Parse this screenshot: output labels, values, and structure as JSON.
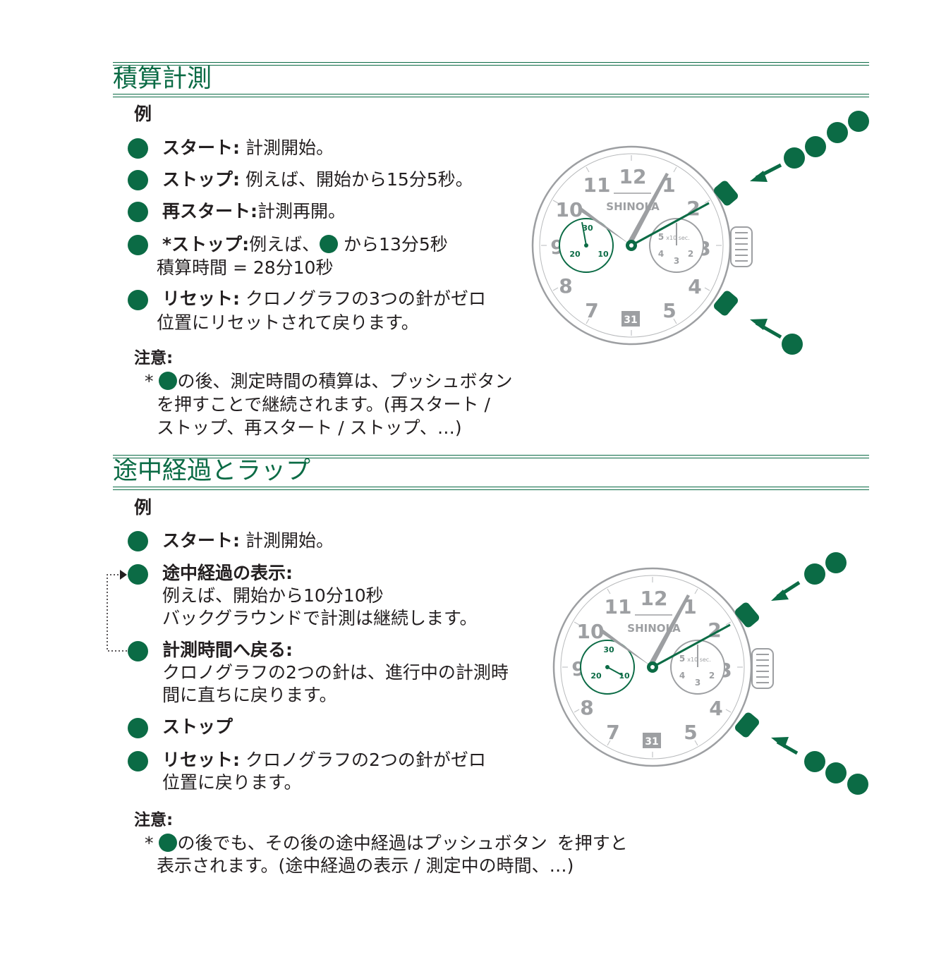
{
  "section1": {
    "title": "積算計測",
    "example": "例",
    "steps": [
      {
        "label": "スタート:",
        "text": " 計測開始。"
      },
      {
        "label": "ストップ:",
        "text": " 例えば、開始から15分5秒。"
      },
      {
        "label": "再スタート:",
        "text": "計測再開。"
      },
      {
        "label": "*ストップ:",
        "text": "例えば、",
        "text_after": " から13分5秒"
      }
    ],
    "accumulated": "積算時間 = 28分10秒",
    "reset": {
      "label": "リセット:",
      "text": " クロノグラフの3つの針がゼロ",
      "line2": "位置にリセットされて戻ります。"
    },
    "note": {
      "head": "注意:",
      "star": "*",
      "line1": "の後、測定時間の積算は、プッシュボタン",
      "line2": "を押すことで継続されます。(再スタート /",
      "line3": "ストップ、再スタート / ストップ、…)"
    }
  },
  "section2": {
    "title": "途中経過とラップ",
    "example": "例",
    "start": {
      "label": "スタート:",
      "text": " 計測開始。"
    },
    "split": {
      "label": "途中経過の表示:",
      "line2": "例えば、開始から10分10秒",
      "line3": "バックグラウンドで計測は継続します。"
    },
    "return": {
      "label": "計測時間へ戻る:",
      "line2": "クロノグラフの2つの針は、進行中の計測時",
      "line3": "間に直ちに戻ります。"
    },
    "stop": {
      "label": "ストップ"
    },
    "reset": {
      "label": "リセット:",
      "text": " クロノグラフの2つの針がゼロ",
      "line2": "位置に戻ります。"
    },
    "note": {
      "head": "注意:",
      "star": "*",
      "line1": "の後でも、その後の途中経過はプッシュボタン",
      "line1b": "を押すと",
      "line2": "表示されます。(途中経過の表示 / 測定中の時間、…)"
    }
  },
  "watch": {
    "brand": "SHINOLA",
    "numerals": [
      "12",
      "1",
      "2",
      "3",
      "4",
      "5",
      "7",
      "8",
      "9",
      "10",
      "11"
    ],
    "date": "31",
    "left_sub": [
      "30",
      "20",
      "10"
    ],
    "right_sub": [
      "5",
      "x10 sec.",
      "4",
      "2",
      "3"
    ]
  },
  "colors": {
    "accent": "#0b6b45",
    "gray": "#9d9fa2",
    "text": "#231f20"
  }
}
